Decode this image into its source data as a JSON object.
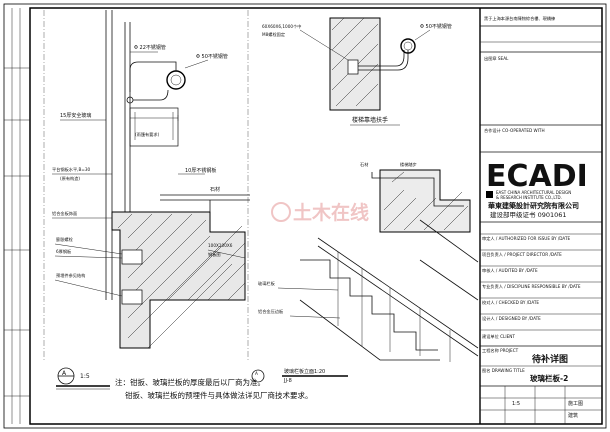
{
  "title_block": {
    "project_header": "黑于上海本源台南陳物綜合樓、現橋練",
    "company_logo": "ECADI",
    "company_en_line1": "EAST CHINA ARCHITECTURAL DESIGN",
    "company_en_line2": "& RESEARCH INSTITUTE CO.,LTD.",
    "company_cn": "華東建築設計研究院有限公司",
    "company_phone": "建设部甲级证书 0901061",
    "rows": [
      "审定人 / AUTHORIZED FOR ISSUE BY /DATE",
      "项目负责人 / PROJECT DIRECTOR /DATE",
      "审核人 / AUDITED BY /DATE",
      "专业负责人 / DISCIPLINE RESPONSIBLE BY /DATE",
      "校对人 / CHECKED BY /DATE",
      "设计人 / DESIGNED BY /DATE"
    ],
    "client_label": "建设单位 CLIENT",
    "project_label": "工程名称 PROJECT",
    "project_name": "待补详图",
    "drawing_title_label": "图名 DRAWING TITLE",
    "drawing_title": "玻璃栏板-2",
    "scale": "1:5",
    "phase": "施工图",
    "discipline": "建筑",
    "co_operation_label": "合作设计 CO-OPERATED WITH",
    "seal_label": "出图章 SEAL"
  },
  "drawing": {
    "label_ss_pipe": "Φ 22不锈钢管",
    "label_ss_pipe_50": "Φ 50不锈钢管",
    "label_glass": "15厚安全玻璃",
    "label_glass_note": "(雨篷有要求)",
    "label_10ss": "10厚不锈钢板",
    "label_platform": "平台钢板水平,B=30",
    "label_platform2": "(原有构造)",
    "label_al": "铝合金板饰面",
    "label_stone": "石材",
    "label_embed": "预埋件参见结构",
    "label_anchor": "膨胀螺栓",
    "label_plate": "6厚钢板",
    "label_dim1": "100X100X6",
    "label_dim2": "钢板图",
    "label_top": "60X60X6,1000个中",
    "label_top2": "M8螺栓固定",
    "label_stair": "楼梯靠墙扶手",
    "label_stair2": "石材",
    "label_stair3": "楼梯踏步",
    "label_glass_panel": "玻璃栏板",
    "label_glass_panel2": "铝合金压边板",
    "section_A": "A",
    "section_scale": "1:5",
    "section_J": "JJ-8",
    "elevation_title": "玻璃栏板立面1:20",
    "note_line1": "注：钳扳、玻璃拦板的厚度最后以厂商为准。",
    "note_line2": "钳扳、玻璃拦板的预埋件与具体做法详见厂商技术要求。",
    "watermark": "土木在线"
  }
}
